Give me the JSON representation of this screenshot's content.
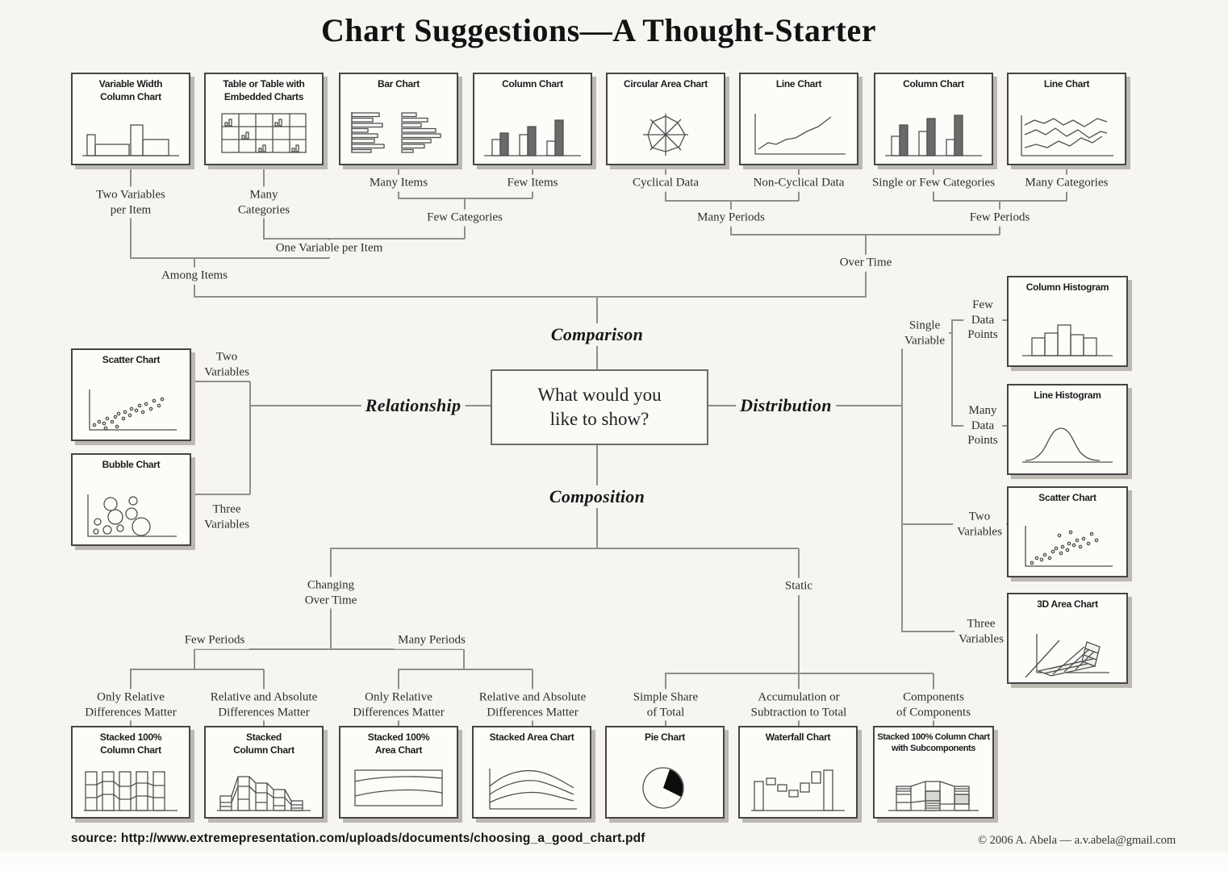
{
  "title": "Chart Suggestions—A Thought-Starter",
  "center": {
    "question": "What would you\nlike to show?",
    "comparison": "Comparison",
    "relationship": "Relationship",
    "distribution": "Distribution",
    "composition": "Composition"
  },
  "top_labels": {
    "two_variables_per_item": "Two Variables\nper Item",
    "many_categories": "Many\nCategories",
    "many_items": "Many Items",
    "few_items": "Few Items",
    "few_categories": "Few Categories",
    "one_variable_per_item": "One Variable per Item",
    "among_items": "Among Items",
    "cyclical_data": "Cyclical Data",
    "non_cyclical_data": "Non-Cyclical Data",
    "single_or_few_categories": "Single or Few Categories",
    "many_categories_right": "Many Categories",
    "many_periods": "Many Periods",
    "few_periods": "Few Periods",
    "over_time": "Over Time"
  },
  "relationship_labels": {
    "two_variables": "Two\nVariables",
    "three_variables": "Three\nVariables"
  },
  "distribution_labels": {
    "single_variable": "Single\nVariable",
    "few_data_points": "Few\nData\nPoints",
    "many_data_points": "Many\nData\nPoints",
    "two_variables": "Two\nVariables",
    "three_variables": "Three\nVariables"
  },
  "composition_labels": {
    "changing_over_time": "Changing\nOver Time",
    "static": "Static",
    "few_periods": "Few Periods",
    "many_periods": "Many Periods",
    "only_relative_1": "Only Relative\nDifferences Matter",
    "relative_absolute_1": "Relative and Absolute\nDifferences Matter",
    "only_relative_2": "Only Relative\nDifferences Matter",
    "relative_absolute_2": "Relative and Absolute\nDifferences Matter",
    "simple_share": "Simple Share\nof Total",
    "accumulation": "Accumulation or\nSubtraction to Total",
    "components": "Components\nof Components"
  },
  "boxes": {
    "variable_width_column": "Variable Width\nColumn Chart",
    "table_embedded": "Table or Table with\nEmbedded Charts",
    "bar": "Bar Chart",
    "column_few_items": "Column Chart",
    "circular_area": "Circular Area Chart",
    "line_non_cyclical": "Line Chart",
    "column_single_few": "Column Chart",
    "line_many_categories": "Line Chart",
    "scatter_relationship": "Scatter Chart",
    "bubble": "Bubble Chart",
    "column_histogram": "Column Histogram",
    "line_histogram": "Line Histogram",
    "scatter_distribution": "Scatter Chart",
    "area_3d": "3D Area Chart",
    "stacked_100_column": "Stacked 100%\nColumn Chart",
    "stacked_column": "Stacked\nColumn Chart",
    "stacked_100_area": "Stacked 100%\nArea Chart",
    "stacked_area": "Stacked Area Chart",
    "pie": "Pie Chart",
    "waterfall": "Waterfall Chart",
    "stacked_100_subcomponents": "Stacked 100% Column Chart\nwith Subcomponents"
  },
  "footer": {
    "source": "source:  http://www.extremepresentation.com/uploads/documents/choosing_a_good_chart.pdf",
    "copyright": "© 2006 A. Abela — a.v.abela@gmail.com"
  },
  "colors": {
    "background": "#f6f5f2",
    "line": "#8f8e8b",
    "box_border": "#454545",
    "box_shadow": "#bcb8b2",
    "text": "#2e2d2b"
  }
}
